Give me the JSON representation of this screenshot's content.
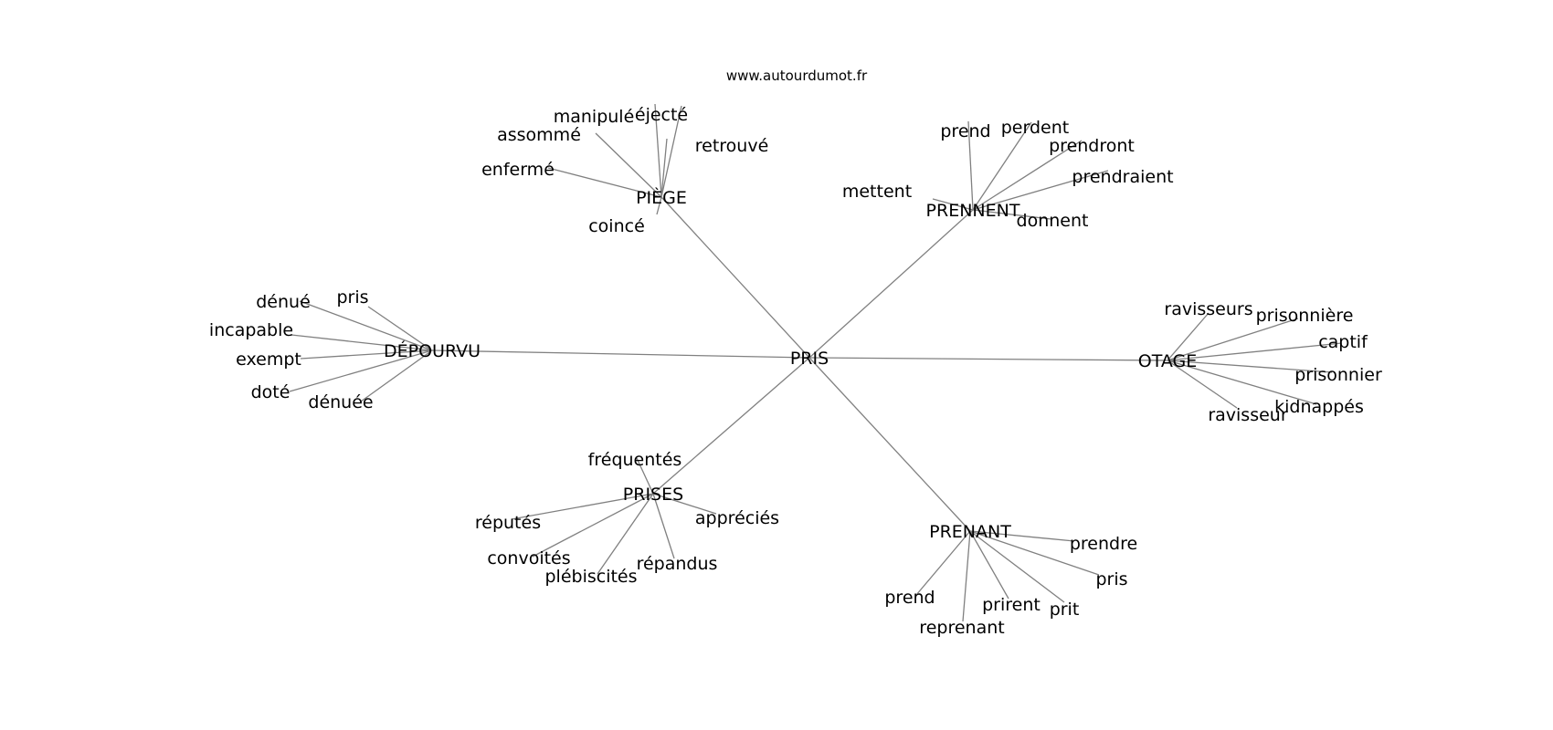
{
  "header": {
    "website": "www.autourdumot.fr"
  },
  "graph": {
    "center": "PRIS",
    "clusters": [
      {
        "id": "piege",
        "label": "PIÈGE",
        "leaves": [
          "manipulé",
          "éjecté",
          "assommé",
          "retrouvé",
          "enfermé",
          "coincé"
        ]
      },
      {
        "id": "prennent",
        "label": "PRENNENT",
        "leaves": [
          "prend",
          "perdent",
          "prendront",
          "prendraient",
          "mettent",
          "donnent"
        ]
      },
      {
        "id": "depourvu",
        "label": "DÉPOURVU",
        "leaves": [
          "dénué",
          "pris",
          "incapable",
          "exempt",
          "doté",
          "dénuée"
        ]
      },
      {
        "id": "otage",
        "label": "OTAGE",
        "leaves": [
          "ravisseurs",
          "prisonnière",
          "captif",
          "prisonnier",
          "kidnappés",
          "ravisseur"
        ]
      },
      {
        "id": "prises",
        "label": "PRISES",
        "leaves": [
          "fréquentés",
          "réputés",
          "appréciés",
          "convoités",
          "plébiscités",
          "répandus"
        ]
      },
      {
        "id": "prenant",
        "label": "PRENANT",
        "leaves": [
          "prendre",
          "pris",
          "prend",
          "prirent",
          "prit",
          "reprenant"
        ]
      }
    ]
  }
}
